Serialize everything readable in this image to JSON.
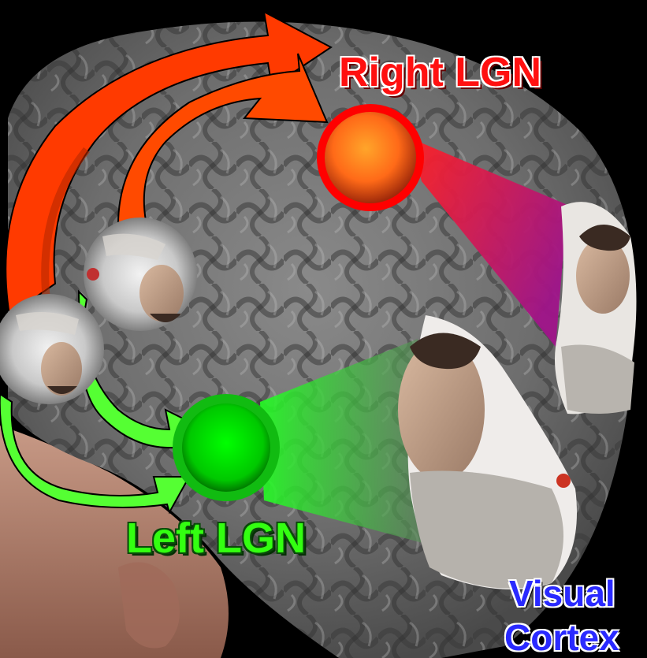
{
  "labels": {
    "right_lgn": "Right LGN",
    "left_lgn": "Left LGN",
    "visual_cortex_line1": "Visual",
    "visual_cortex_line2": "Cortex"
  },
  "colors": {
    "right_pathway": "#ff3300",
    "left_pathway": "#44ff22",
    "right_lgn_fill": "#ff9922",
    "right_lgn_ring": "#ff0000",
    "left_lgn_fill": "#00ee00",
    "left_lgn_ring": "#11aa11",
    "cortex_label": "#2a2aff"
  }
}
